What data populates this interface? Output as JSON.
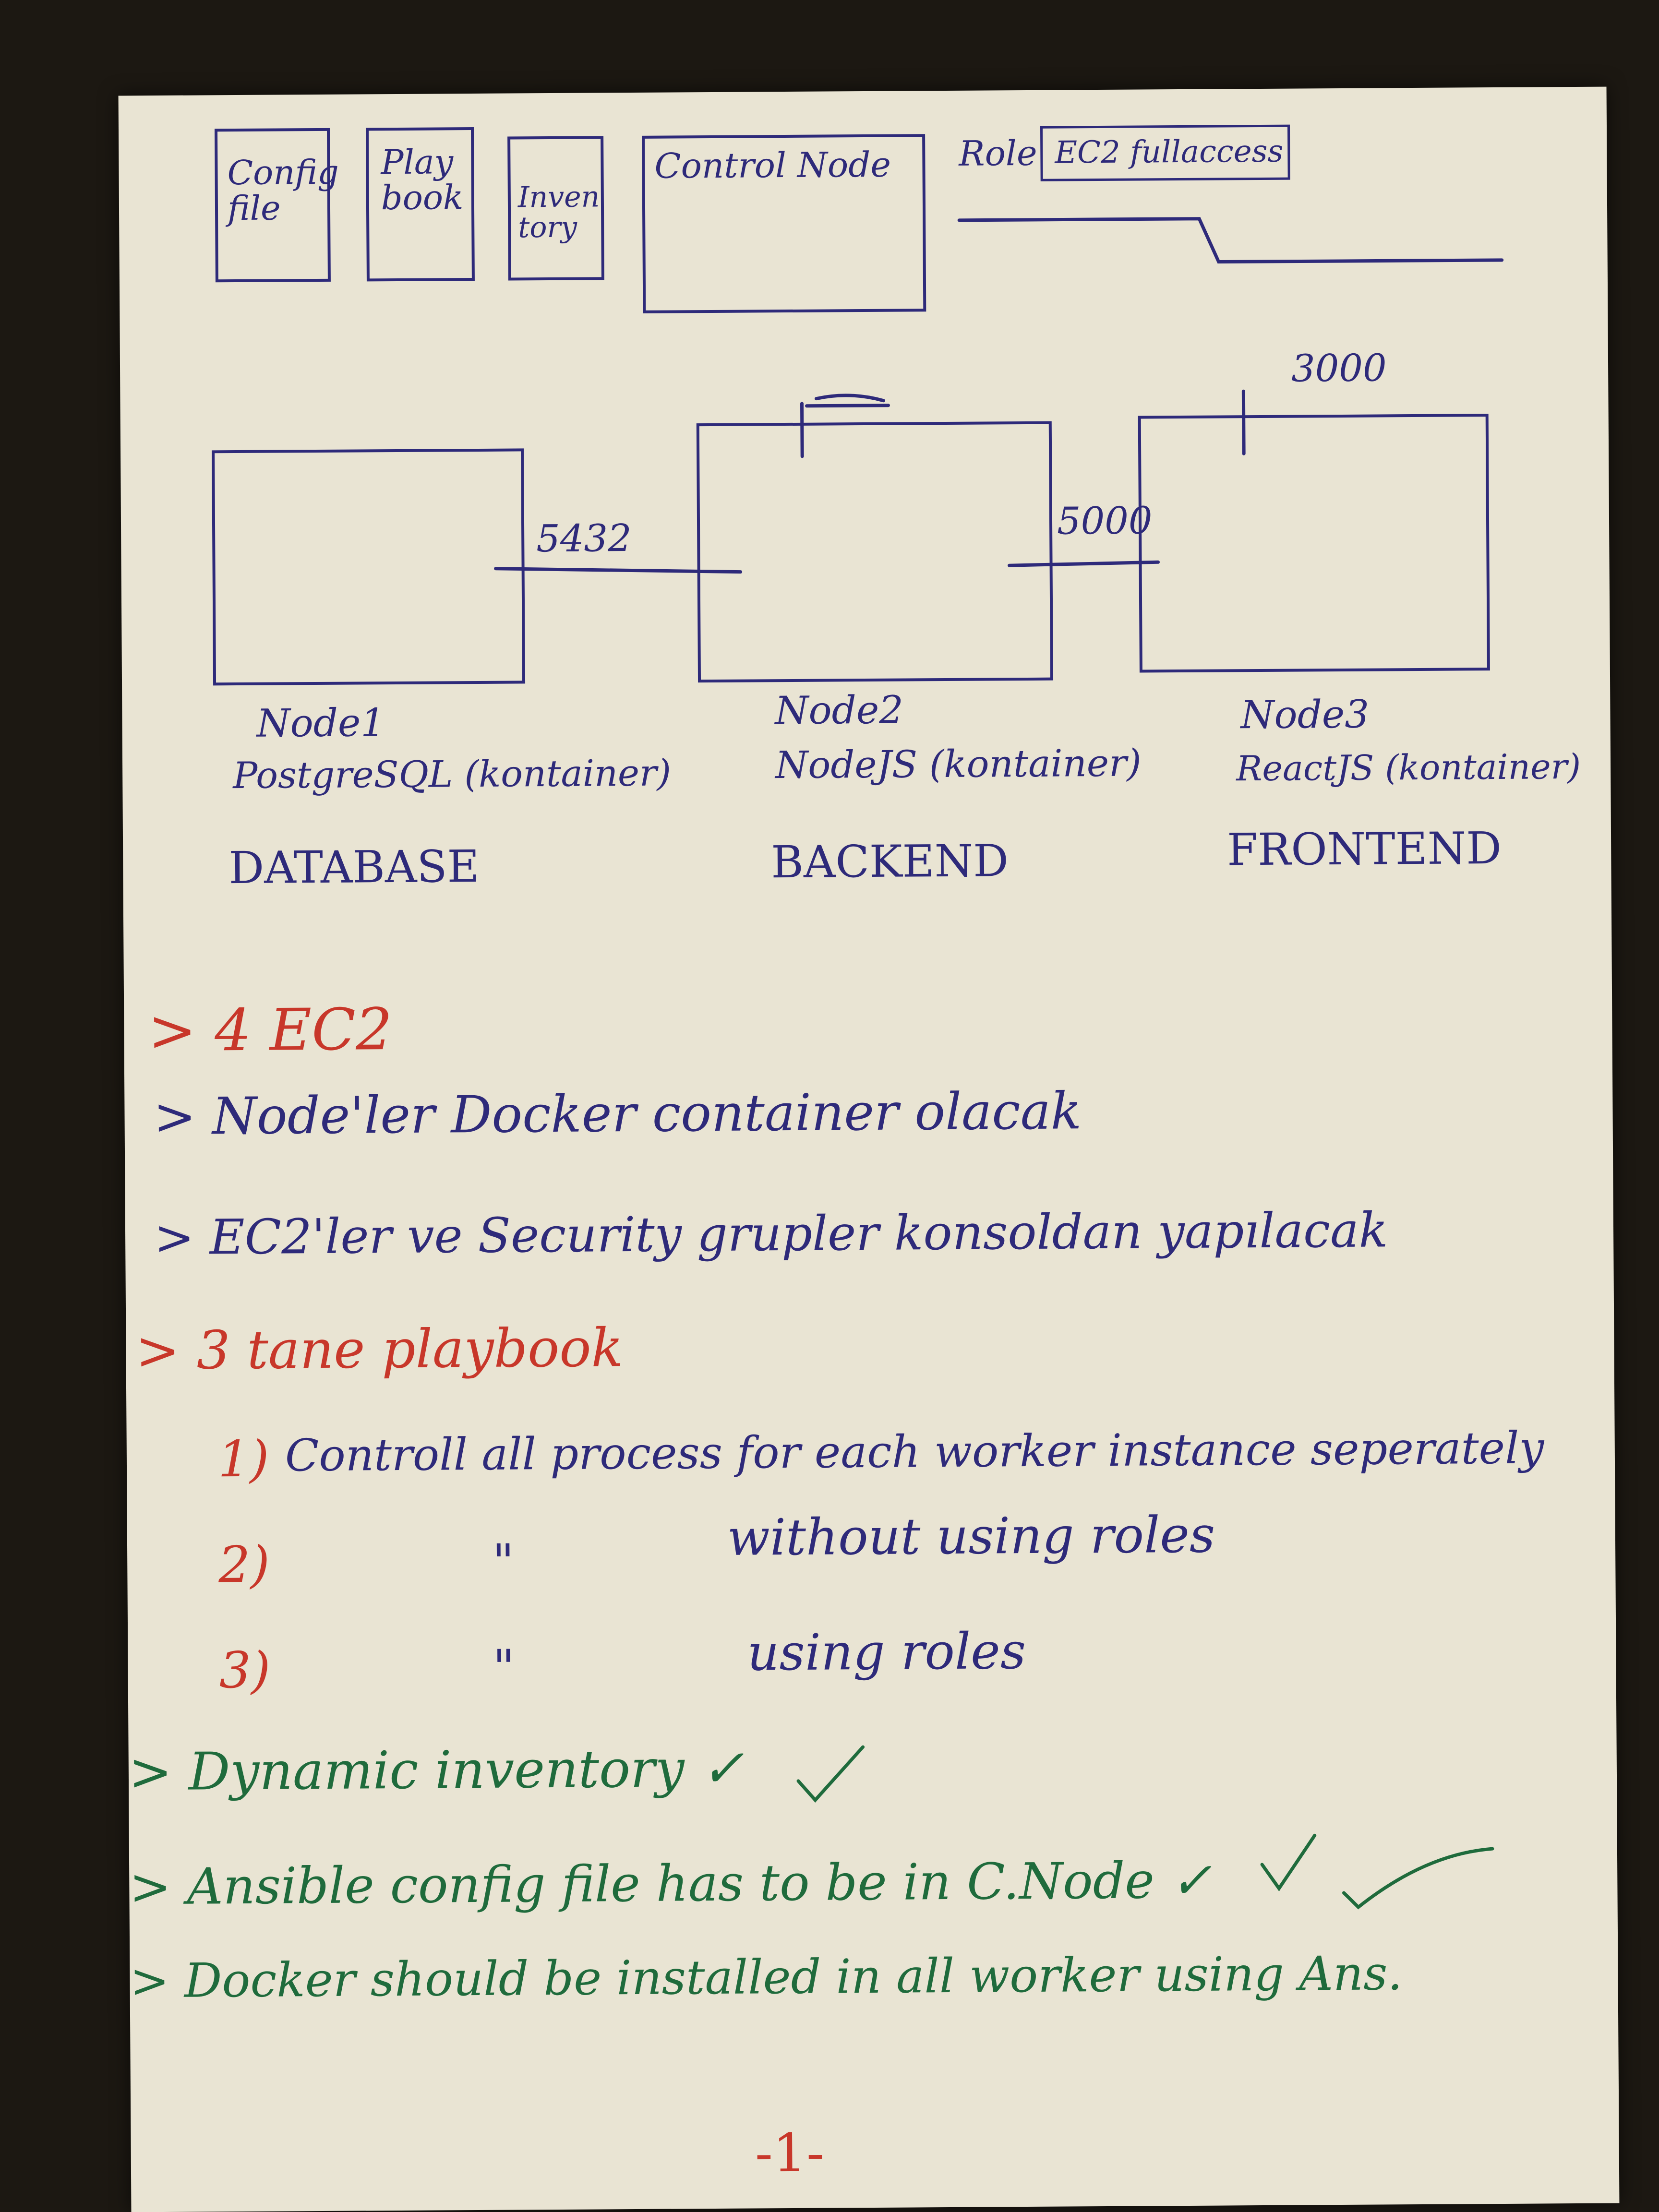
{
  "top_row": {
    "config_file": "Config file",
    "playbook": "Play book",
    "inventory": "Inven tory",
    "control_node": "Control Node",
    "role_label": "Role",
    "role_value": "EC2 fullaccess"
  },
  "nodes": [
    {
      "name": "Node1",
      "tech": "PostgreSQL (kontainer)",
      "tier": "DATABASE"
    },
    {
      "name": "Node2",
      "tech": "NodeJS (kontainer)",
      "tier": "BACKEND"
    },
    {
      "name": "Node3",
      "tech": "ReactJS (kontainer)",
      "tier": "FRONTEND"
    }
  ],
  "ports": {
    "db": "5432",
    "backend": "5000",
    "frontend": "3000"
  },
  "notes": {
    "n1": "> 4 EC2",
    "n2": "> Node'ler Docker container olacak",
    "n3": "> EC2'ler ve Security grupler konsoldan yapılacak",
    "n4": "> 3 tane playbook",
    "n4_1_num": "1)",
    "n4_1": "Controll all process for each worker instance seperately",
    "n4_2_num": "2)",
    "n4_2_ditto": "\"",
    "n4_2": "without using roles",
    "n4_3_num": "3)",
    "n4_3_ditto": "\"",
    "n4_3": "using roles",
    "n5": "> Dynamic inventory ✓",
    "n6": "> Ansible config file has to be in C.Node ✓",
    "n7": "> Docker should be installed in all worker using Ans."
  },
  "page_number": "-1-",
  "colors": {
    "ink_blue": "#2e2a7a",
    "ink_red": "#c8372a",
    "ink_green": "#1f6b3c",
    "paper": "#e9e4d3",
    "background": "#1c1812"
  }
}
